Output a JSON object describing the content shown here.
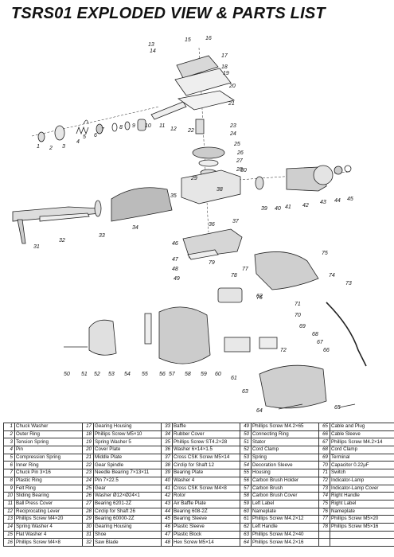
{
  "title": "TSRS01 EXPLODED VIEW & PARTS LIST",
  "callouts": [
    "1",
    "2",
    "3",
    "4",
    "5",
    "6",
    "7",
    "8",
    "9",
    "10",
    "11",
    "12",
    "13",
    "14",
    "15",
    "16",
    "17",
    "18",
    "19",
    "20",
    "21",
    "22",
    "23",
    "24",
    "25",
    "26",
    "27",
    "28",
    "29",
    "30",
    "31",
    "32",
    "33",
    "34",
    "35",
    "36",
    "37",
    "38",
    "39",
    "40",
    "41",
    "42",
    "43",
    "44",
    "45",
    "46",
    "47",
    "48",
    "49",
    "50",
    "51",
    "52",
    "53",
    "54",
    "55",
    "56",
    "57",
    "58",
    "59",
    "60",
    "61",
    "62",
    "63",
    "64",
    "65",
    "66",
    "67",
    "68",
    "69",
    "70",
    "71",
    "72",
    "73",
    "74",
    "75",
    "76",
    "77",
    "78",
    "79"
  ],
  "parts": [
    {
      "no": "1",
      "name": "Chuck Washer"
    },
    {
      "no": "2",
      "name": "Outer Ring"
    },
    {
      "no": "3",
      "name": "Tension Spring"
    },
    {
      "no": "4",
      "name": "Pin"
    },
    {
      "no": "5",
      "name": "Compression Spring"
    },
    {
      "no": "6",
      "name": "Inner Ring"
    },
    {
      "no": "7",
      "name": "Chuck Pin 3×16"
    },
    {
      "no": "8",
      "name": "Plastic Ring"
    },
    {
      "no": "9",
      "name": "Felt Ring"
    },
    {
      "no": "10",
      "name": "Sliding Bearing"
    },
    {
      "no": "11",
      "name": "Ball Press Cover"
    },
    {
      "no": "12",
      "name": "Reciprocating Lever"
    },
    {
      "no": "13",
      "name": "Phillips Screw M4×20"
    },
    {
      "no": "14",
      "name": "Spring Washer 4"
    },
    {
      "no": "15",
      "name": "Flat Washer 4"
    },
    {
      "no": "16",
      "name": "Phillips Screw M4×8"
    },
    {
      "no": "17",
      "name": "Gearing Housing"
    },
    {
      "no": "18",
      "name": "Phillips Screw M5×10"
    },
    {
      "no": "19",
      "name": "Spring Washer 5"
    },
    {
      "no": "20",
      "name": "Cover Plate"
    },
    {
      "no": "21",
      "name": "Middle Plate"
    },
    {
      "no": "22",
      "name": "Gear Spindle"
    },
    {
      "no": "23",
      "name": "Needle Bearing 7×13×11"
    },
    {
      "no": "24",
      "name": "Pin 7×22.5"
    },
    {
      "no": "25",
      "name": "Gear"
    },
    {
      "no": "26",
      "name": "Washer Ø12×Ø24×1"
    },
    {
      "no": "27",
      "name": "Bearing 6201-2Z"
    },
    {
      "no": "28",
      "name": "Circlip for Shaft 26"
    },
    {
      "no": "29",
      "name": "Bearing 60000-2Z"
    },
    {
      "no": "30",
      "name": "Gearing Housing"
    },
    {
      "no": "31",
      "name": "Shoe"
    },
    {
      "no": "32",
      "name": "Saw Blade"
    },
    {
      "no": "33",
      "name": "Baffle"
    },
    {
      "no": "34",
      "name": "Rubber Cover"
    },
    {
      "no": "35",
      "name": "Phillips Screw ST4.2×28"
    },
    {
      "no": "36",
      "name": "Washer 6×14×1.5"
    },
    {
      "no": "37",
      "name": "Cross CSK Screw M5×14"
    },
    {
      "no": "38",
      "name": "Circlip for Shaft 12"
    },
    {
      "no": "39",
      "name": "Bearing Plate"
    },
    {
      "no": "40",
      "name": "Washer 4"
    },
    {
      "no": "41",
      "name": "Cross CSK Screw M4×8"
    },
    {
      "no": "42",
      "name": "Rotor"
    },
    {
      "no": "43",
      "name": "Air Baffle Plate"
    },
    {
      "no": "44",
      "name": "Bearing 608-2Z"
    },
    {
      "no": "45",
      "name": "Bearing Sleeve"
    },
    {
      "no": "46",
      "name": "Plastic Sleeve"
    },
    {
      "no": "47",
      "name": "Plastic Block"
    },
    {
      "no": "48",
      "name": "Hex Screw M5×14"
    },
    {
      "no": "49",
      "name": "Phillips Screw M4.2×65"
    },
    {
      "no": "50",
      "name": "Connecting Ring"
    },
    {
      "no": "51",
      "name": "Stator"
    },
    {
      "no": "52",
      "name": "Cord Clamp"
    },
    {
      "no": "53",
      "name": "Spring"
    },
    {
      "no": "54",
      "name": "Decoration Sleeve"
    },
    {
      "no": "55",
      "name": "Housing"
    },
    {
      "no": "56",
      "name": "Carbon Brush Holder"
    },
    {
      "no": "57",
      "name": "Carbon Brush"
    },
    {
      "no": "58",
      "name": "Carbon Brush Cover"
    },
    {
      "no": "59",
      "name": "Left Label"
    },
    {
      "no": "60",
      "name": "Nameplate"
    },
    {
      "no": "61",
      "name": "Phillips Screw M4.2×12"
    },
    {
      "no": "62",
      "name": "Left Handle"
    },
    {
      "no": "63",
      "name": "Phillips Screw M4.2×40"
    },
    {
      "no": "64",
      "name": "Phillips Screw M4.2×16"
    },
    {
      "no": "65",
      "name": "Cable and Plug"
    },
    {
      "no": "66",
      "name": "Cable Sleeve"
    },
    {
      "no": "67",
      "name": "Phillips Screw M4.2×14"
    },
    {
      "no": "68",
      "name": "Cord Clamp"
    },
    {
      "no": "69",
      "name": "Terminal"
    },
    {
      "no": "70",
      "name": "Capacitor 0.22μF"
    },
    {
      "no": "71",
      "name": "Switch"
    },
    {
      "no": "72",
      "name": "Indicator-Lamp"
    },
    {
      "no": "73",
      "name": "Indicator-Lamp Cover"
    },
    {
      "no": "74",
      "name": "Right Handle"
    },
    {
      "no": "75",
      "name": "Right Label"
    },
    {
      "no": "76",
      "name": "Nameplate"
    },
    {
      "no": "77",
      "name": "Phillips Screw M5×20"
    },
    {
      "no": "78",
      "name": "Phillips Screw M5×16"
    }
  ]
}
